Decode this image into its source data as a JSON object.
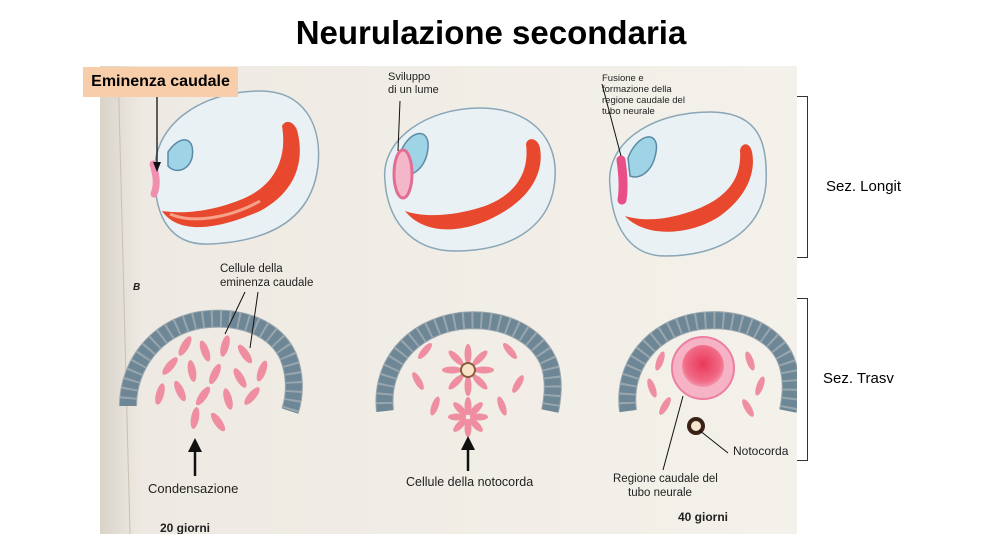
{
  "slide": {
    "title": "Neurulazione secondaria",
    "highlight_label": "Eminenza caudale",
    "side_labels": {
      "longitudinal": "Sez. Longit",
      "transverse": "Sez. Trasv"
    }
  },
  "figure": {
    "panel_letter": "B",
    "annotations": {
      "lumen": [
        "Sviluppo",
        "di un lume"
      ],
      "fusion": [
        "Fusione e",
        "formazione della",
        "regione caudale del",
        "tubo neurale"
      ],
      "eminence_cells": [
        "Cellule della",
        "eminenza caudale"
      ],
      "condensation": "Condensazione",
      "notochord_cells": "Cellule della notocorda",
      "notochord": "Notocorda",
      "caudal_region": [
        "Regione caudale del",
        "tubo neurale"
      ],
      "age_left": "20 giorni",
      "age_right": "40 giorni"
    },
    "colors": {
      "highlight": "#f7cdaa",
      "embryo_red": "#e8492e",
      "neural_pink": "#f08fb0",
      "ectoderm_blue": "#5d8aa6",
      "mesenchyme_pink": "#ef8ea0",
      "page_background": "#f3efe7"
    }
  }
}
